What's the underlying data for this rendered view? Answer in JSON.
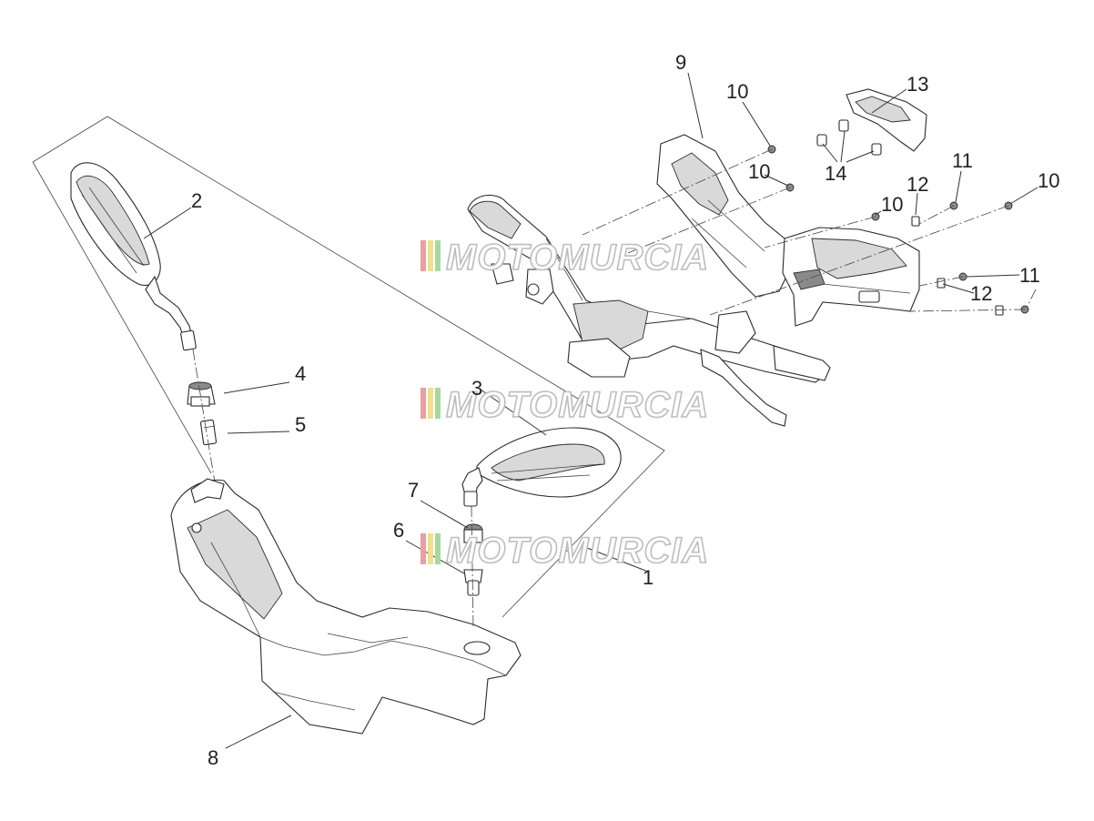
{
  "watermark": {
    "text": "MOTOMURCIA"
  },
  "callouts": [
    {
      "id": "c1",
      "label": "1"
    },
    {
      "id": "c2",
      "label": "2"
    },
    {
      "id": "c3",
      "label": "3"
    },
    {
      "id": "c4",
      "label": "4"
    },
    {
      "id": "c5",
      "label": "5"
    },
    {
      "id": "c6",
      "label": "6"
    },
    {
      "id": "c7",
      "label": "7"
    },
    {
      "id": "c8",
      "label": "8"
    },
    {
      "id": "c9",
      "label": "9"
    },
    {
      "id": "c10a",
      "label": "10"
    },
    {
      "id": "c10b",
      "label": "10"
    },
    {
      "id": "c10c",
      "label": "10"
    },
    {
      "id": "c10d",
      "label": "10"
    },
    {
      "id": "c11a",
      "label": "11"
    },
    {
      "id": "c11b",
      "label": "11"
    },
    {
      "id": "c12a",
      "label": "12"
    },
    {
      "id": "c12b",
      "label": "12"
    },
    {
      "id": "c13",
      "label": "13"
    },
    {
      "id": "c14",
      "label": "14"
    }
  ],
  "colors": {
    "stripe_red": "#e8a0a0",
    "stripe_yellow": "#f0e08a",
    "stripe_green": "#a8d8a0",
    "line": "#2b2b2b"
  }
}
